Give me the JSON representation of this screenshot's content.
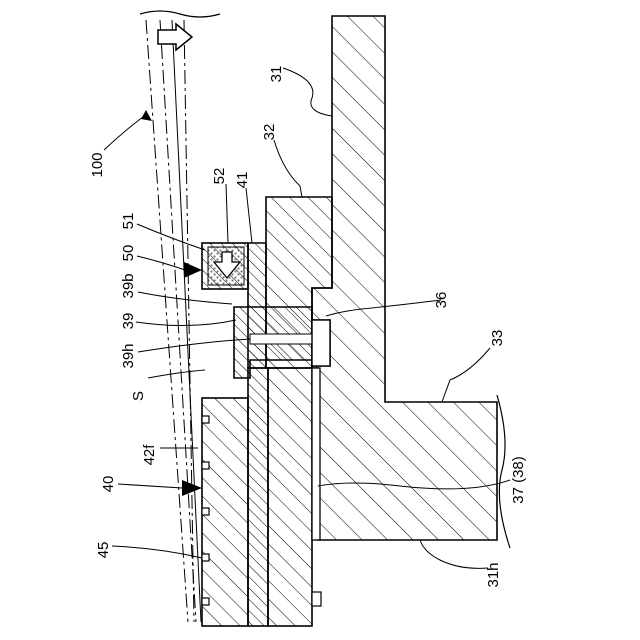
{
  "figure": {
    "labels": {
      "l31": "31",
      "l32": "32",
      "l100": "100",
      "l52": "52",
      "l41": "41",
      "l51": "51",
      "l50": "50",
      "l39b": "39b",
      "l36": "36",
      "l39": "39",
      "l39h": "39h",
      "l33": "33",
      "lS": "S",
      "l42f": "42f",
      "l37": "37 (38)",
      "l40": "40",
      "l45": "45",
      "l31h": "31h"
    }
  },
  "colors": {
    "line": "#000000",
    "background": "#ffffff",
    "dots": "#888888"
  }
}
